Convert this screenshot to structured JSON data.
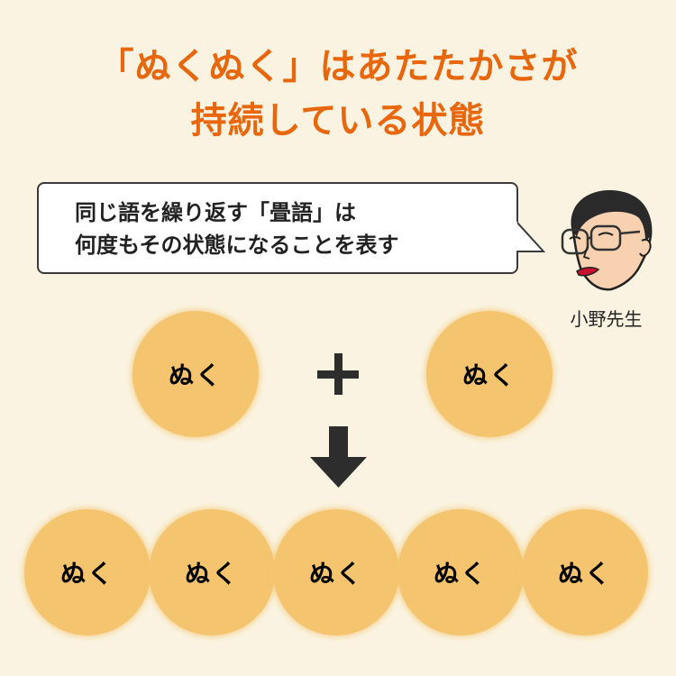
{
  "title": {
    "line1": "「ぬくぬく」はあたたかさが",
    "line2": "持続している状態"
  },
  "speech_bubble": {
    "text": "同じ語を繰り返す「畳語」は\n何度もその状態になることを表す",
    "speaker": "小野先生",
    "avatar_icon": "man-with-glasses-portrait"
  },
  "equation": {
    "left_term": "ぬく",
    "operator": "+",
    "right_term": "ぬく",
    "result_arrow": "down-arrow",
    "result_terms": [
      "ぬく",
      "ぬく",
      "ぬく",
      "ぬく",
      "ぬく"
    ]
  },
  "colors": {
    "background": "#faf3e1",
    "title": "#e8670c",
    "circle_fill": "#f4c46e",
    "symbol": "#2d2d2d"
  }
}
